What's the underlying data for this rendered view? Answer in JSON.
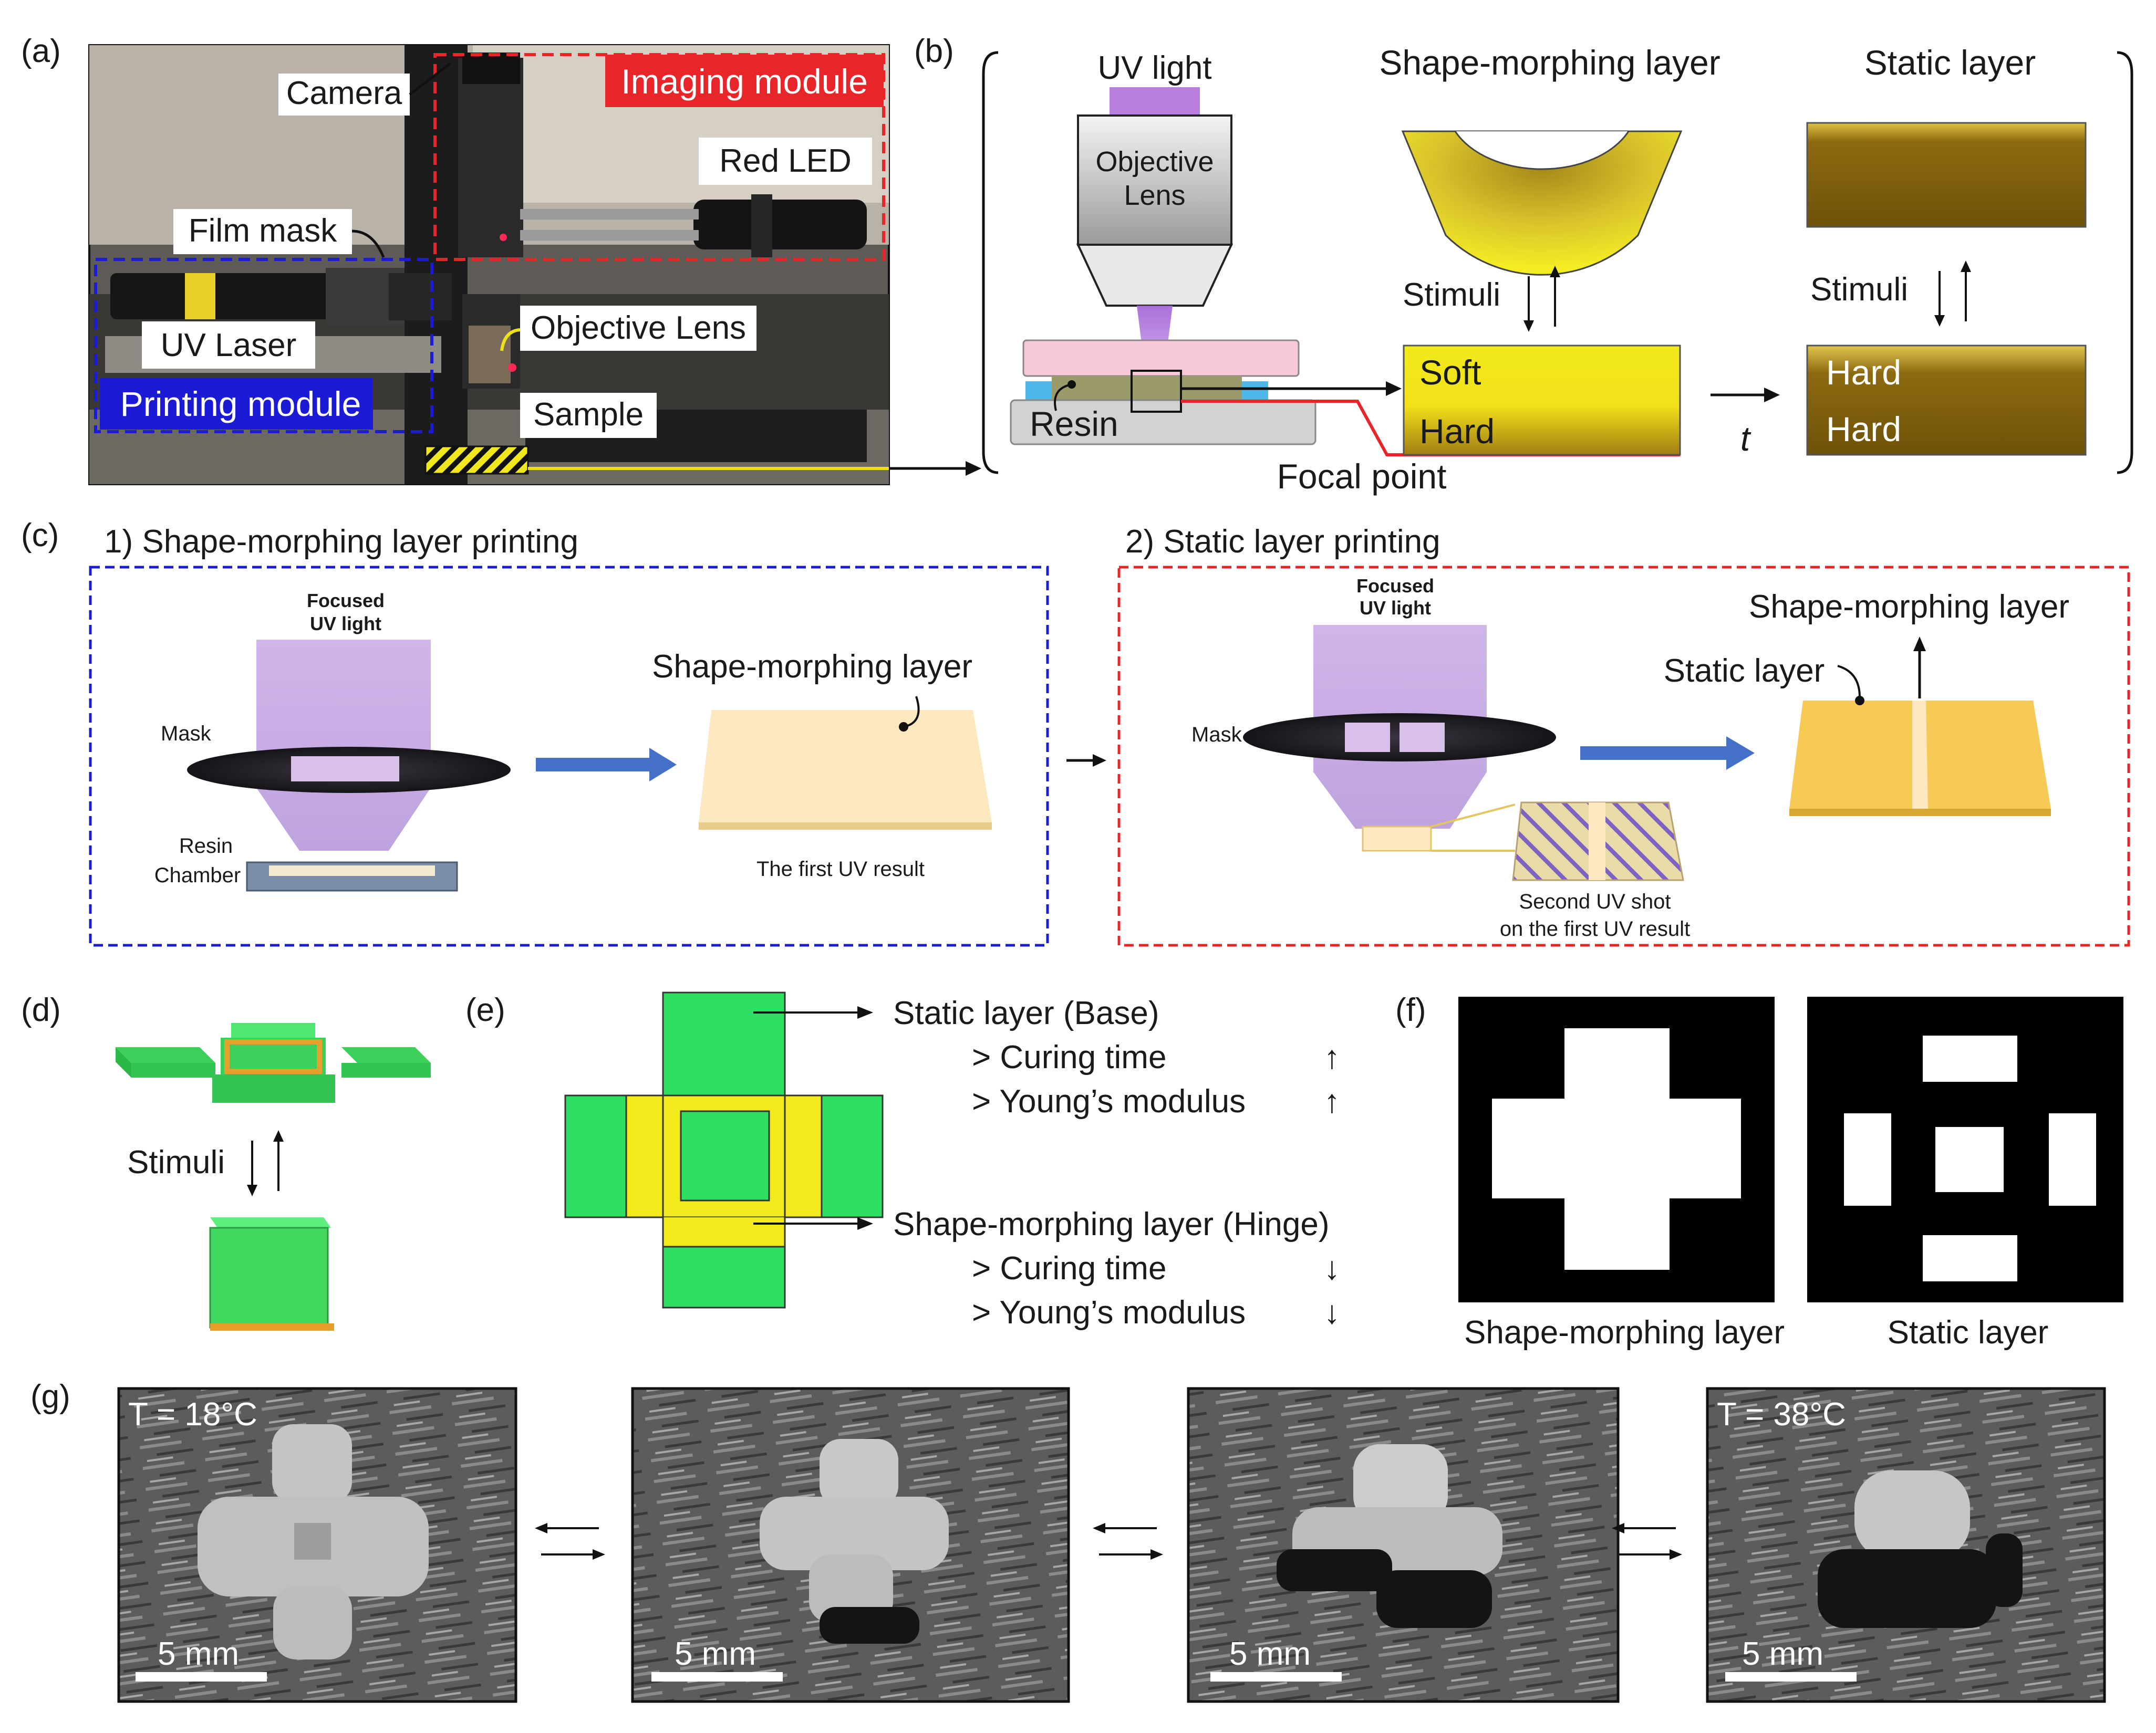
{
  "panel_labels": {
    "a": "(a)",
    "b": "(b)",
    "c": "(c)",
    "d": "(d)",
    "e": "(e)",
    "f": "(f)",
    "g": "(g)"
  },
  "panel_a": {
    "camera": "Camera",
    "imaging_module": "Imaging module",
    "red_led": "Red LED",
    "film_mask": "Film mask",
    "uv_laser": "UV Laser",
    "objective_lens": "Objective Lens",
    "printing_module": "Printing module",
    "sample": "Sample"
  },
  "panel_b": {
    "uv_light": "UV light",
    "objective_lens_line1": "Objective",
    "objective_lens_line2": "Lens",
    "resin": "Resin",
    "focal_point": "Focal point",
    "shape_morphing_title": "Shape-morphing layer",
    "static_title": "Static layer",
    "stimuli_1": "Stimuli",
    "stimuli_2": "Stimuli",
    "soft": "Soft",
    "hard_1": "Hard",
    "hard_2": "Hard",
    "hard_3": "Hard",
    "t": "t"
  },
  "panel_c": {
    "title_1": "1) Shape-morphing layer printing",
    "title_2": "2) Static layer printing",
    "focused_1_line1": "Focused",
    "focused_1_line2": "UV light",
    "mask_1": "Mask",
    "resin_line1": "Resin",
    "resin_line2": "Chamber",
    "shape_layer_1": "Shape-morphing layer",
    "first_result": "The first UV result",
    "focused_2_line1": "Focused",
    "focused_2_line2": "UV light",
    "mask_2": "Mask",
    "shape_layer_2": "Shape-morphing layer",
    "static_layer": "Static layer",
    "second_shot_line1": "Second UV shot",
    "second_shot_line2": "on the first UV result"
  },
  "panel_d": {
    "stimuli": "Stimuli"
  },
  "panel_e": {
    "static_base": "Static layer (Base)",
    "curing_1": "> Curing time",
    "youngs_1": "> Young’s modulus",
    "arrow_up_1": "↑",
    "arrow_up_2": "↑",
    "shape_hinge": "Shape-morphing layer (Hinge)",
    "curing_2": "> Curing time",
    "youngs_2": "> Young’s modulus",
    "arrow_down_1": "↓",
    "arrow_down_2": "↓"
  },
  "panel_f": {
    "shape_layer": "Shape-morphing layer",
    "static_layer": "Static layer"
  },
  "panel_g": {
    "temp_1": "T = 18°C",
    "temp_4": "T = 38°C",
    "scale": [
      "5 mm",
      "5 mm",
      "5 mm",
      "5 mm"
    ]
  },
  "colors": {
    "yellow": "#f2ea1a",
    "green": "#2de063",
    "brown": "#7a5a0c",
    "imaging_red": "#e8262a",
    "printing_blue": "#1b1bd6",
    "uv_purple": "#b87fe0"
  }
}
